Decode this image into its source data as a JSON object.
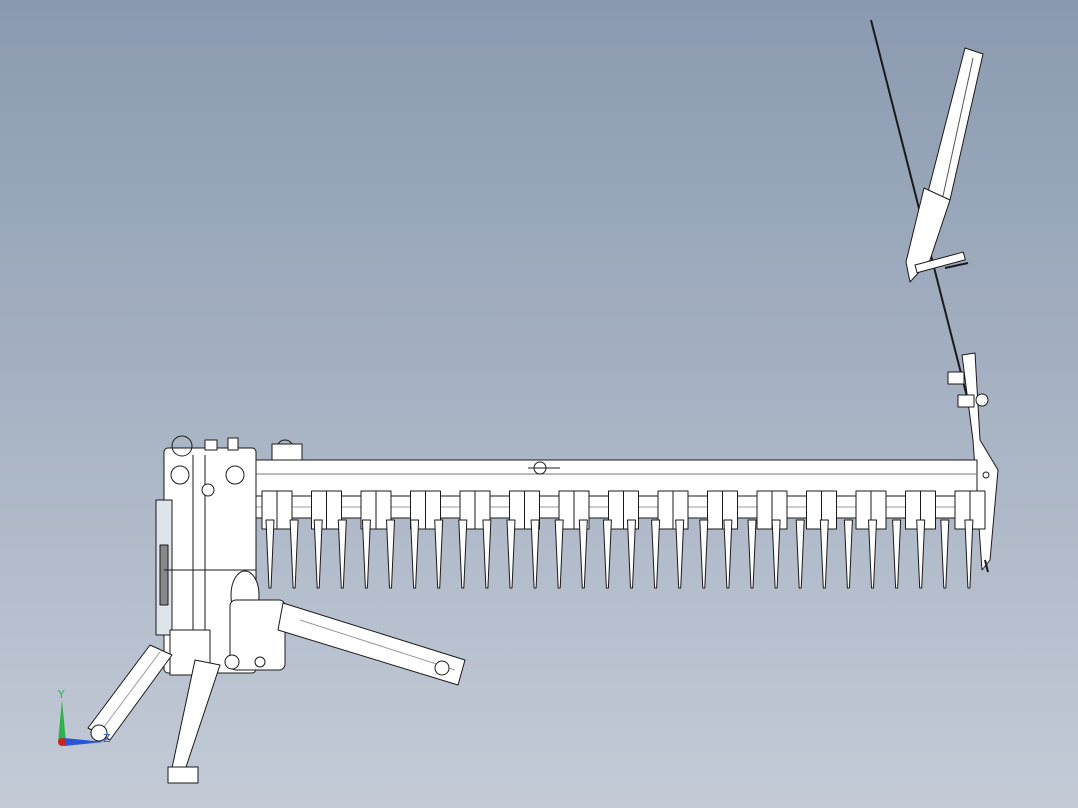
{
  "viewport": {
    "background_top": "#8a9ab0",
    "background_bottom": "#c4cbd7",
    "model": "sickle-bar-mower",
    "model_line_color": "#1a1a1a",
    "model_fill_color": "#ffffff"
  },
  "triad": {
    "y_label": "Y",
    "z_label": "Z",
    "y_color": "#2db34a",
    "z_color": "#2a55d8",
    "origin_color": "#d02020"
  },
  "cutter_bar": {
    "guard_count": 15,
    "tooth_count": 30
  }
}
